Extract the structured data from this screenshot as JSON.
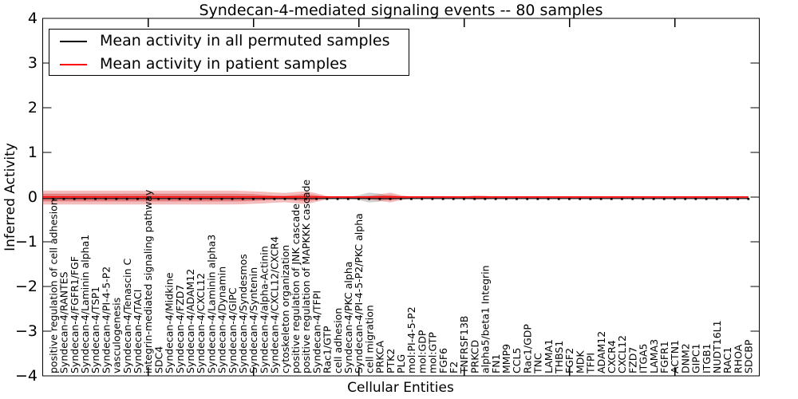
{
  "title": "Syndecan-4-mediated signaling events -- 80 samples",
  "axes": {
    "xlabel": "Cellular Entities",
    "ylabel": "Inferred Activity",
    "ytick_labels": [
      "4",
      "3",
      "2",
      "1",
      "0",
      "−1",
      "−2",
      "−3",
      "−4"
    ],
    "ylim": [
      -4,
      4
    ]
  },
  "legend": {
    "items": [
      {
        "label": "Mean activity in all permuted samples",
        "color": "#000000"
      },
      {
        "label": "Mean activity in patient samples",
        "color": "#ff0000"
      }
    ],
    "position": "upper left"
  },
  "colors": {
    "permuted_line": "#000000",
    "patient_line": "#ff0000",
    "band_outer": "#e05252",
    "band_inner": "#d63f3f",
    "gray_band": "#999999",
    "spine": "#000000"
  },
  "chart_data": {
    "type": "line",
    "title": "Syndecan-4-mediated signaling events -- 80 samples",
    "xlabel": "Cellular Entities",
    "ylabel": "Inferred Activity",
    "ylim": [
      -4,
      4
    ],
    "grid": false,
    "legend_position": "upper left",
    "categories": [
      "positive regulation of cell adhesion",
      "Syndecan-4/RANTES",
      "Syndecan-4/FGFR1/FGF",
      "Syndecan-4/Laminin alpha1",
      "Syndecan-4/TSP1",
      "Syndecan-4/PI-4-5-P2",
      "vasculogenesis",
      "Syndecan-4/Tenascin C",
      "Syndecan-4/TACI",
      "integrin-mediated signaling pathway",
      "SDC4",
      "Syndecan-4/Midkine",
      "Syndecan-4/FZD7",
      "Syndecan-4/ADAM12",
      "Syndecan-4/CXCL12",
      "Syndecan-4/Laminin alpha3",
      "Syndecan-4/Dynamin",
      "Syndecan-4/GIPC",
      "Syndecan-4/Syndesmos",
      "Syndecan-4/Syntenin",
      "Syndecan-4/alpha-Actinin",
      "Syndecan-4/CXCL12/CXCR4",
      "cytoskeleton organization",
      "positive regulation of JNK cascade",
      "positive regulation of MAPKKK cascade",
      "Syndecan-4/TFPI",
      "Rac1/GTP",
      "cell adhesion",
      "Syndecan-4/PKC alpha",
      "Syndecan-4/PI-4-5-P2/PKC alpha",
      "cell migration",
      "PRKCA",
      "PTK2",
      "PLG",
      "mol:PI-4-5-P2",
      "mol:GDP",
      "mol:GTP",
      "FGF6",
      "F2",
      "TNFRSF13B",
      "PRKCD",
      "alpha5/beta1 Integrin",
      "FN1",
      "MMP9",
      "CCL5",
      "Rac1/GDP",
      "TNC",
      "LAMA1",
      "THBS1",
      "FGF2",
      "MDK",
      "TFPI",
      "ADAM12",
      "CXCR4",
      "CXCL12",
      "FZD7",
      "ITGA5",
      "LAMA3",
      "FGFR1",
      "ACTN1",
      "DNM2",
      "GIPC1",
      "ITGB1",
      "NUDT16L1",
      "RAC1",
      "RHOA",
      "SDCBP"
    ],
    "series": [
      {
        "name": "Mean activity in all permuted samples",
        "color": "#000000",
        "marker": "square-dot",
        "values": [
          0,
          0,
          0,
          0,
          0,
          0,
          0,
          0,
          0,
          0,
          0,
          0,
          0,
          0,
          0,
          0,
          0,
          0,
          0,
          0,
          0,
          0,
          0,
          0,
          0,
          0,
          0,
          0,
          0,
          0,
          0,
          0,
          0,
          0,
          0,
          0,
          0,
          0,
          0,
          0,
          0,
          0,
          0,
          0,
          0,
          0,
          0,
          0,
          0,
          0,
          0,
          0,
          0,
          0,
          0,
          0,
          0,
          0,
          0,
          0,
          0,
          0,
          0,
          0,
          0,
          0,
          0
        ]
      },
      {
        "name": "Mean activity in patient samples",
        "color": "#ff0000",
        "marker": "none",
        "values": [
          0.01,
          0.01,
          0.01,
          0.01,
          0.01,
          0.01,
          0.01,
          0.01,
          0.01,
          0.01,
          0.01,
          0.01,
          0.01,
          0.01,
          0.01,
          0.01,
          0.01,
          0.01,
          0.01,
          0.01,
          0.01,
          0.01,
          0.01,
          0.01,
          0.01,
          0.01,
          0.01,
          0.01,
          0.01,
          0.01,
          0.01,
          0.01,
          0.01,
          0.01,
          0.01,
          0.01,
          0.01,
          0.01,
          0.01,
          0.01,
          0.01,
          0.01,
          0.01,
          0.01,
          0.01,
          0.01,
          0.01,
          0.01,
          0.01,
          0.01,
          0.01,
          0.01,
          0.01,
          0.01,
          0.01,
          0.01,
          0.01,
          0.01,
          0.01,
          0.01,
          0.01,
          0.01,
          0.01,
          0.01,
          0.01,
          0.01,
          0.01
        ]
      }
    ],
    "bands": {
      "red_outer_halfwidth": [
        0.155,
        0.155,
        0.155,
        0.155,
        0.155,
        0.155,
        0.155,
        0.155,
        0.155,
        0.155,
        0.155,
        0.155,
        0.155,
        0.155,
        0.155,
        0.155,
        0.155,
        0.155,
        0.15,
        0.14,
        0.13,
        0.115,
        0.105,
        0.125,
        0.145,
        0.095,
        0.035,
        0.02,
        0.018,
        0.025,
        0.045,
        0.075,
        0.11,
        0.055,
        0.025,
        0.018,
        0.018,
        0.018,
        0.018,
        0.022,
        0.05,
        0.042,
        0.02,
        0.016,
        0.016,
        0.016,
        0.016,
        0.016,
        0.016,
        0.016,
        0.016,
        0.016,
        0.016,
        0.016,
        0.016,
        0.016,
        0.016,
        0.016,
        0.016,
        0.016,
        0.016,
        0.016,
        0.016,
        0.016,
        0.016,
        0.016,
        0.016
      ],
      "red_inner_halfwidth": [
        0.085,
        0.085,
        0.085,
        0.085,
        0.085,
        0.085,
        0.085,
        0.085,
        0.085,
        0.085,
        0.085,
        0.085,
        0.085,
        0.085,
        0.085,
        0.085,
        0.085,
        0.085,
        0.082,
        0.075,
        0.06,
        0.045,
        0.04,
        0.06,
        0.08,
        0.05,
        0.02,
        0.012,
        0.011,
        0.015,
        0.026,
        0.042,
        0.06,
        0.03,
        0.014,
        0.011,
        0.011,
        0.011,
        0.011,
        0.013,
        0.028,
        0.024,
        0.012,
        0.01,
        0.01,
        0.01,
        0.01,
        0.01,
        0.01,
        0.01,
        0.01,
        0.01,
        0.01,
        0.01,
        0.01,
        0.01,
        0.01,
        0.01,
        0.01,
        0.01,
        0.01,
        0.01,
        0.01,
        0.01,
        0.01,
        0.01,
        0.01
      ],
      "gray_halfwidth": [
        0,
        0,
        0,
        0,
        0,
        0,
        0,
        0,
        0,
        0,
        0,
        0,
        0,
        0,
        0,
        0,
        0,
        0,
        0,
        0,
        0,
        0,
        0,
        0,
        0,
        0,
        0,
        0,
        0.012,
        0.055,
        0.11,
        0.09,
        0.035,
        0.008,
        0,
        0.008,
        0.028,
        0.034,
        0.02,
        0.008,
        0,
        0,
        0,
        0,
        0,
        0,
        0,
        0,
        0,
        0,
        0,
        0,
        0,
        0,
        0,
        0,
        0,
        0,
        0,
        0,
        0,
        0,
        0,
        0,
        0,
        0,
        0
      ]
    },
    "xtick_label_rotation": 90
  }
}
